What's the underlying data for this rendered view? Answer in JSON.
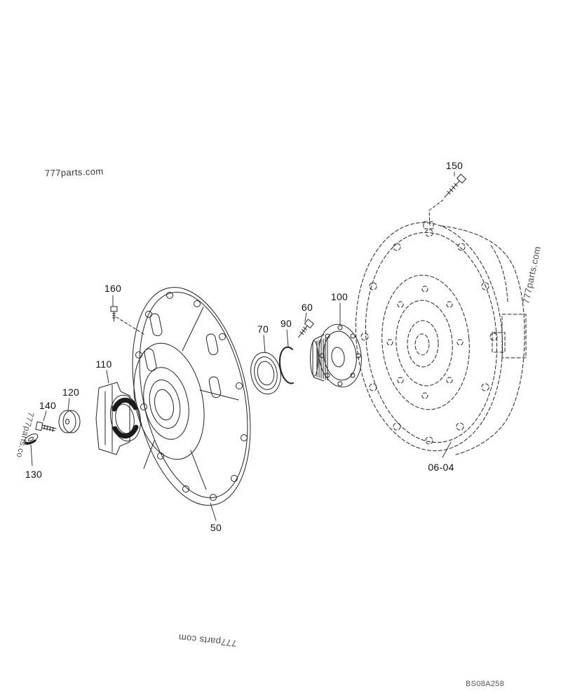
{
  "page": {
    "background_color": "#ffffff",
    "line_color": "#222222",
    "watermark_color": "#4a4a4a",
    "drawing_code": "BS08A258"
  },
  "watermarks": {
    "top_left": "777parts.com",
    "right": "777parts.com",
    "left": "777parts.co",
    "bottom": "777parts com"
  },
  "callouts": [
    {
      "id": "150",
      "label": "150",
      "part": "hex-bolt"
    },
    {
      "id": "160",
      "label": "160",
      "part": "hex-bolt"
    },
    {
      "id": "110",
      "label": "110",
      "part": "bearing-carrier"
    },
    {
      "id": "120",
      "label": "120",
      "part": "cap"
    },
    {
      "id": "140",
      "label": "140",
      "part": "hex-bolt"
    },
    {
      "id": "130",
      "label": "130",
      "part": "shim-plate"
    },
    {
      "id": "50",
      "label": "50",
      "part": "converter-housing-plate"
    },
    {
      "id": "70",
      "label": "70",
      "part": "ball-bearing"
    },
    {
      "id": "90",
      "label": "90",
      "part": "snap-ring"
    },
    {
      "id": "60",
      "label": "60",
      "part": "hex-bolt"
    },
    {
      "id": "100",
      "label": "100",
      "part": "splined-hub-flange"
    },
    {
      "id": "06-04",
      "label": "06-04",
      "part": "torque-converter-housing-ref"
    }
  ]
}
